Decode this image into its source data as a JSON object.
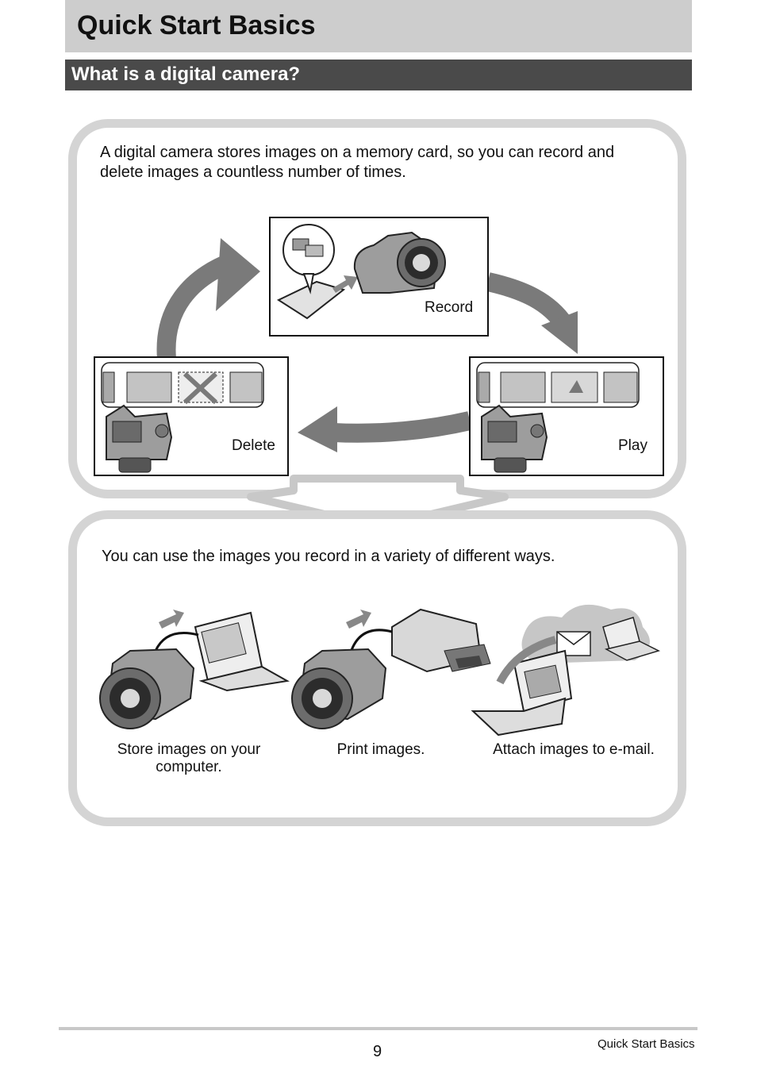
{
  "chapter_title": "Quick Start Basics",
  "section_title": "What is a digital camera?",
  "intro_text": "A digital camera stores images on a memory card, so you can record and delete images a countless number of times.",
  "stages": {
    "record": "Record",
    "play": "Play",
    "delete": "Delete"
  },
  "uses_intro": "You can use the images you record in a variety of different ways.",
  "uses": {
    "computer": "Store images on your computer.",
    "print": "Print images.",
    "email": "Attach images to e-mail."
  },
  "footer": {
    "page_number": "9",
    "section_name": "Quick Start Basics"
  },
  "colors": {
    "chapter_bar": "#cdcdcd",
    "section_bar": "#4a4a4a",
    "panel_border": "#d4d4d4",
    "cycle_arrow": "#7a7a7a"
  }
}
